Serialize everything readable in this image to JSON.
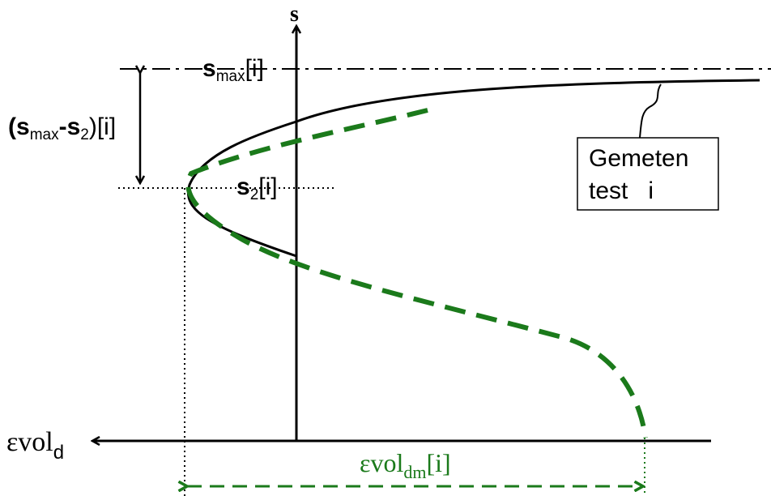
{
  "colors": {
    "ink": "#000000",
    "model_curve": "#1b7a1b",
    "background": "#ffffff"
  },
  "axes": {
    "y_label": "s",
    "x_label_main": "εvol",
    "x_label_sub": "d"
  },
  "levels": {
    "smax_main": "s",
    "smax_sub": "max",
    "smax_suffix": "[i]",
    "s2_main": "s",
    "s2_sub": "2",
    "s2_suffix": "[i]"
  },
  "difference": {
    "open": "(s",
    "sub1": "max",
    "mid": "-s",
    "sub2": "2",
    "close": ")[i]"
  },
  "callout": {
    "line1": "Gemeten",
    "line2": "test   i"
  },
  "range_label": {
    "main": "εvol",
    "sub": "dm",
    "suffix": "[i]"
  }
}
